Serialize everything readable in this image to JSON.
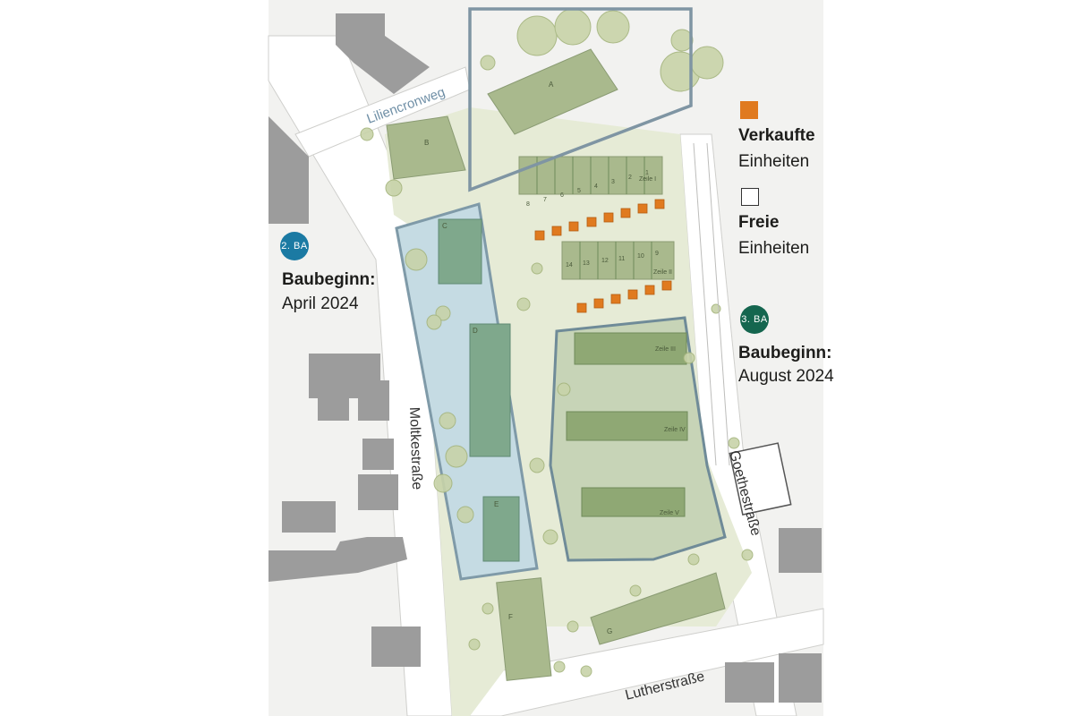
{
  "legend": {
    "sold_label": "Verkaufte",
    "sold_sub": "Einheiten",
    "free_label": "Freie",
    "free_sub": "Einheiten",
    "sold_color": "#e07a1f",
    "free_color": "#ffffff"
  },
  "phases": {
    "ba2": {
      "badge": "2. BA",
      "title": "Baubeginn:",
      "date": "April 2024",
      "color": "#1b7aa3"
    },
    "ba3": {
      "badge": "3. BA",
      "title": "Baubeginn:",
      "date": "August 2024",
      "color": "#15664f"
    }
  },
  "streets": {
    "lilien": "Liliencronweg",
    "moltke": "Moltkestraße",
    "goethe": "Goethestraße",
    "luther": "Lutherstraße"
  },
  "buildings": {
    "a": "A",
    "b": "B",
    "c": "C",
    "d": "D",
    "e": "E",
    "f": "F",
    "g": "G"
  },
  "rows": {
    "zeile1": "Zeile I",
    "zeile2": "Zeile II",
    "zeile3": "Zeile III",
    "zeile4": "Zeile IV",
    "zeile5": "Zeile V"
  },
  "units": {
    "row1": [
      "8",
      "7",
      "6",
      "5",
      "4",
      "3",
      "2",
      "1"
    ],
    "row2": [
      "14",
      "13",
      "12",
      "11",
      "10",
      "9"
    ]
  }
}
